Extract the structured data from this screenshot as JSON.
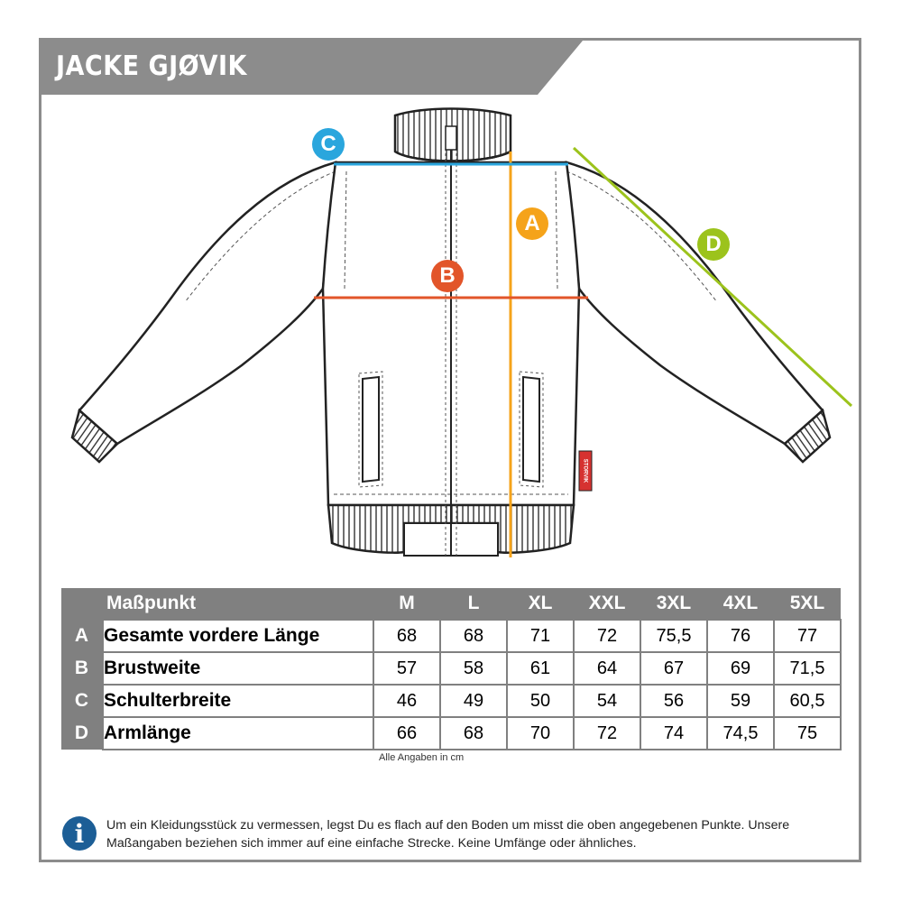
{
  "title": "JACKE GJØVIK",
  "brand_tag": "STORVIK",
  "measure_markers": [
    {
      "letter": "A",
      "color": "#f5a31a"
    },
    {
      "letter": "B",
      "color": "#e2552a"
    },
    {
      "letter": "C",
      "color": "#2aa6dd"
    },
    {
      "letter": "D",
      "color": "#9cc31c"
    }
  ],
  "table": {
    "header_label": "Maßpunkt",
    "sizes": [
      "M",
      "L",
      "XL",
      "XXL",
      "3XL",
      "4XL",
      "5XL"
    ],
    "rows": [
      {
        "letter": "A",
        "name": "Gesamte vordere Länge",
        "values": [
          "68",
          "68",
          "71",
          "72",
          "75,5",
          "76",
          "77"
        ]
      },
      {
        "letter": "B",
        "name": "Brustweite",
        "values": [
          "57",
          "58",
          "61",
          "64",
          "67",
          "69",
          "71,5"
        ]
      },
      {
        "letter": "C",
        "name": "Schulterbreite",
        "values": [
          "46",
          "49",
          "50",
          "54",
          "56",
          "59",
          "60,5"
        ]
      },
      {
        "letter": "D",
        "name": "Armlänge",
        "values": [
          "66",
          "68",
          "70",
          "72",
          "74",
          "74,5",
          "75"
        ]
      }
    ]
  },
  "units_note": "Alle Angaben in cm",
  "info": {
    "icon": "info-icon",
    "text": "Um ein Kleidungsstück zu vermessen, legst Du es flach auf den Boden um misst die oben angegebenen Punkte. Unsere Maßangaben beziehen sich immer auf eine einfache Strecke. Keine Umfänge oder ähnliches."
  },
  "colors": {
    "frame": "#8c8c8c",
    "banner": "#8c8c8c",
    "table_header": "#808080"
  }
}
